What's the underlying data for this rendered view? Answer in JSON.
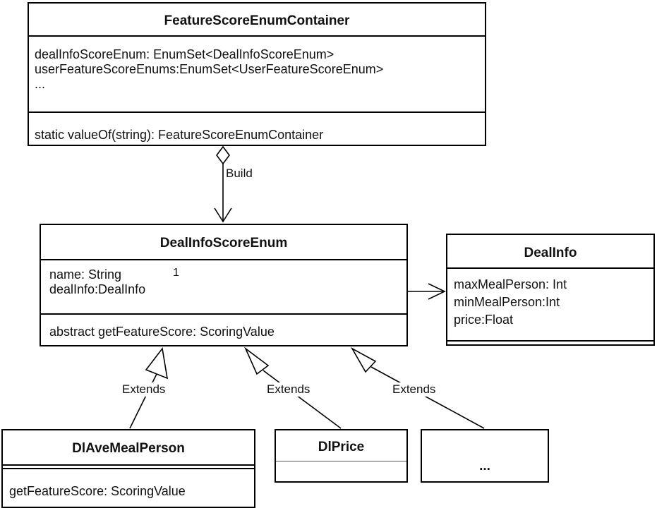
{
  "container_class": {
    "name": "FeatureScoreEnumContainer",
    "attributes": [
      "dealInfoScoreEnum: EnumSet<DealInfoScoreEnum>",
      "userFeatureScoreEnums:EnumSet<UserFeatureScoreEnum>",
      "..."
    ],
    "methods": [
      "static valueOf(string): FeatureScoreEnumContainer"
    ]
  },
  "build_label": "Build",
  "deal_enum_class": {
    "name": "DealInfoScoreEnum",
    "attributes": [
      "name: String",
      "dealInfo:DealInfo"
    ],
    "methods": [
      "abstract getFeatureScore: ScoringValue"
    ]
  },
  "multiplicity": "1",
  "deal_info_class": {
    "name": "DealInfo",
    "attributes": [
      "maxMealPerson: Int",
      "minMealPerson:Int",
      "price:Float"
    ]
  },
  "extends_label": "Extends",
  "subclasses": [
    {
      "name": "DlAveMealPerson",
      "methods": [
        "getFeatureScore: ScoringValue"
      ]
    },
    {
      "name": "DlPrice"
    },
    {
      "name": "..."
    }
  ]
}
